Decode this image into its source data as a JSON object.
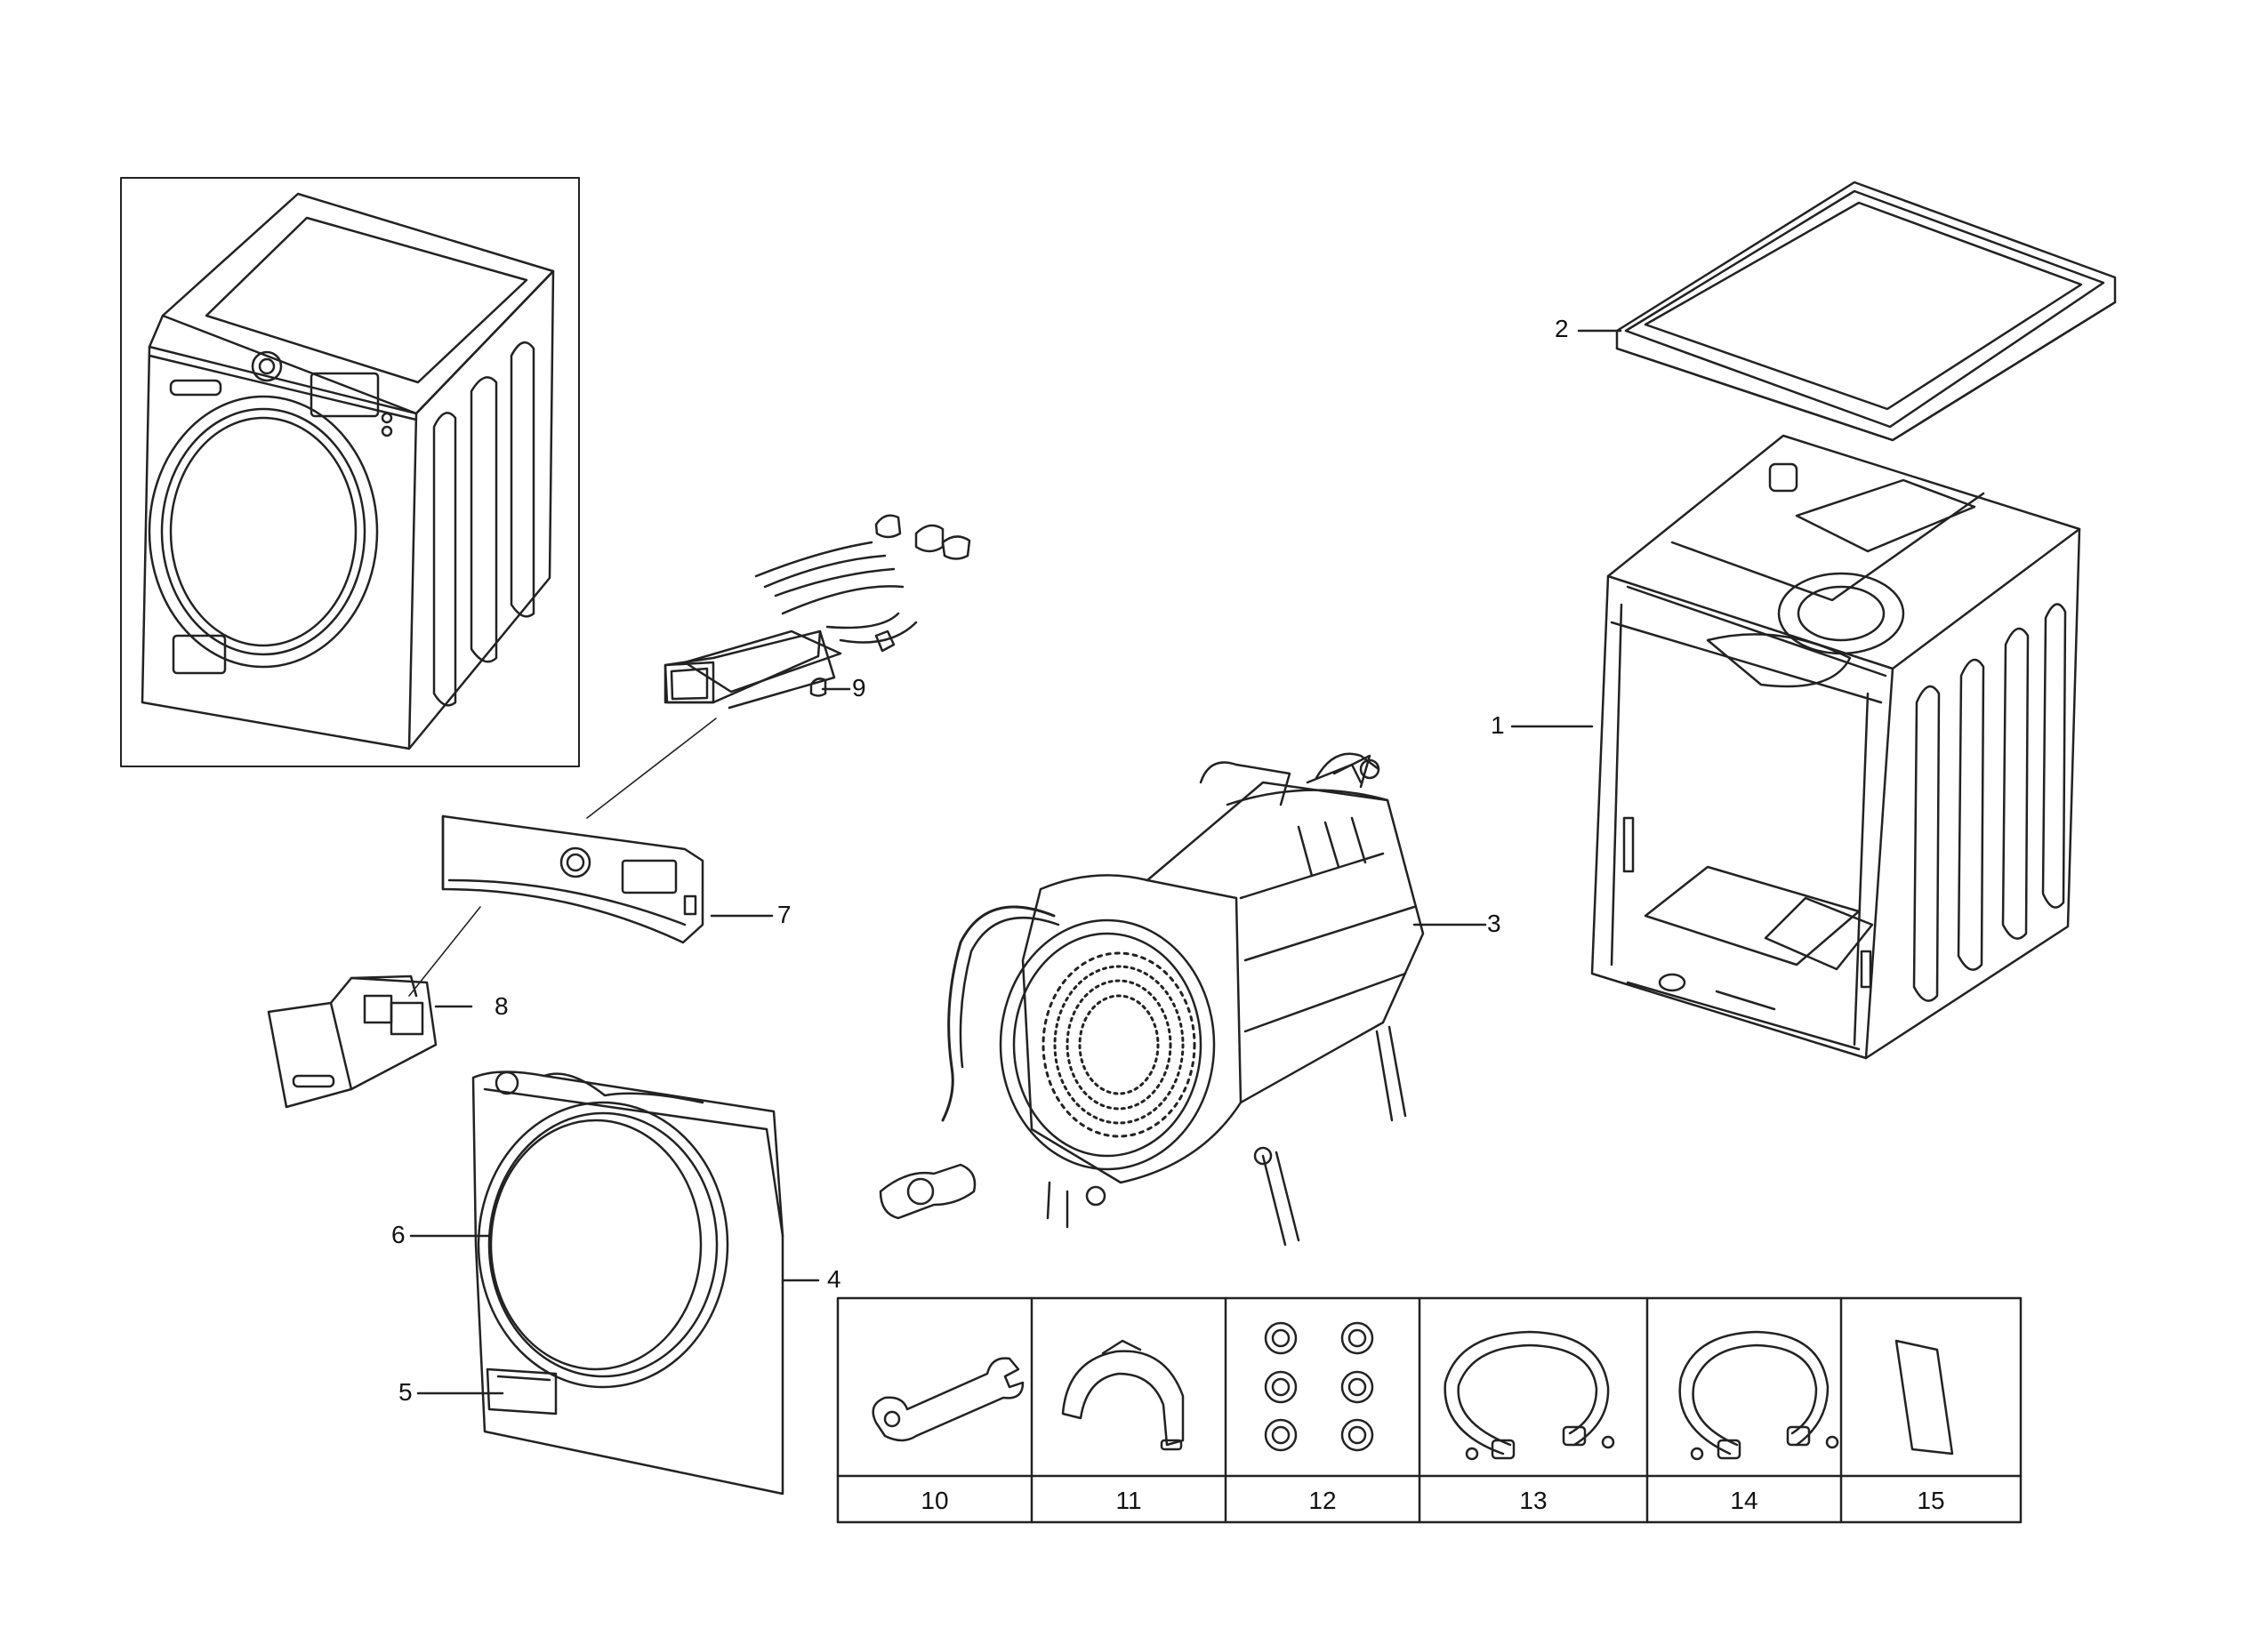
{
  "callouts": {
    "c1": "1",
    "c2": "2",
    "c3": "3",
    "c4": "4",
    "c5": "5",
    "c6": "6",
    "c7": "7",
    "c8": "8",
    "c9": "9"
  },
  "accessories": [
    {
      "label": "10",
      "icon": "wrench-icon"
    },
    {
      "label": "11",
      "icon": "hose-guide-icon"
    },
    {
      "label": "12",
      "icon": "caps-icon"
    },
    {
      "label": "13",
      "icon": "inlet-hose-icon"
    },
    {
      "label": "14",
      "icon": "inlet-hose-icon"
    },
    {
      "label": "15",
      "icon": "sheet-icon"
    }
  ],
  "colors": {
    "line": "#222222",
    "background": "#ffffff"
  }
}
